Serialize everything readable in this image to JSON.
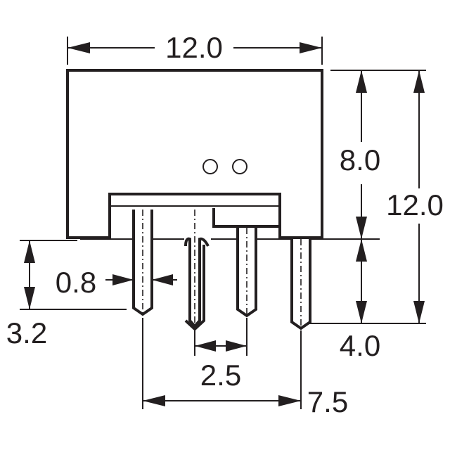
{
  "dimensions": {
    "overall_width": "12.0",
    "body_height": "8.0",
    "overall_height": "12.0",
    "pin_diameter": "0.8",
    "standoff": "3.2",
    "pin_pitch": "2.5",
    "pin_length": "4.0",
    "pin_span": "7.5"
  },
  "colors": {
    "line": "#231f20",
    "background": "#ffffff"
  }
}
